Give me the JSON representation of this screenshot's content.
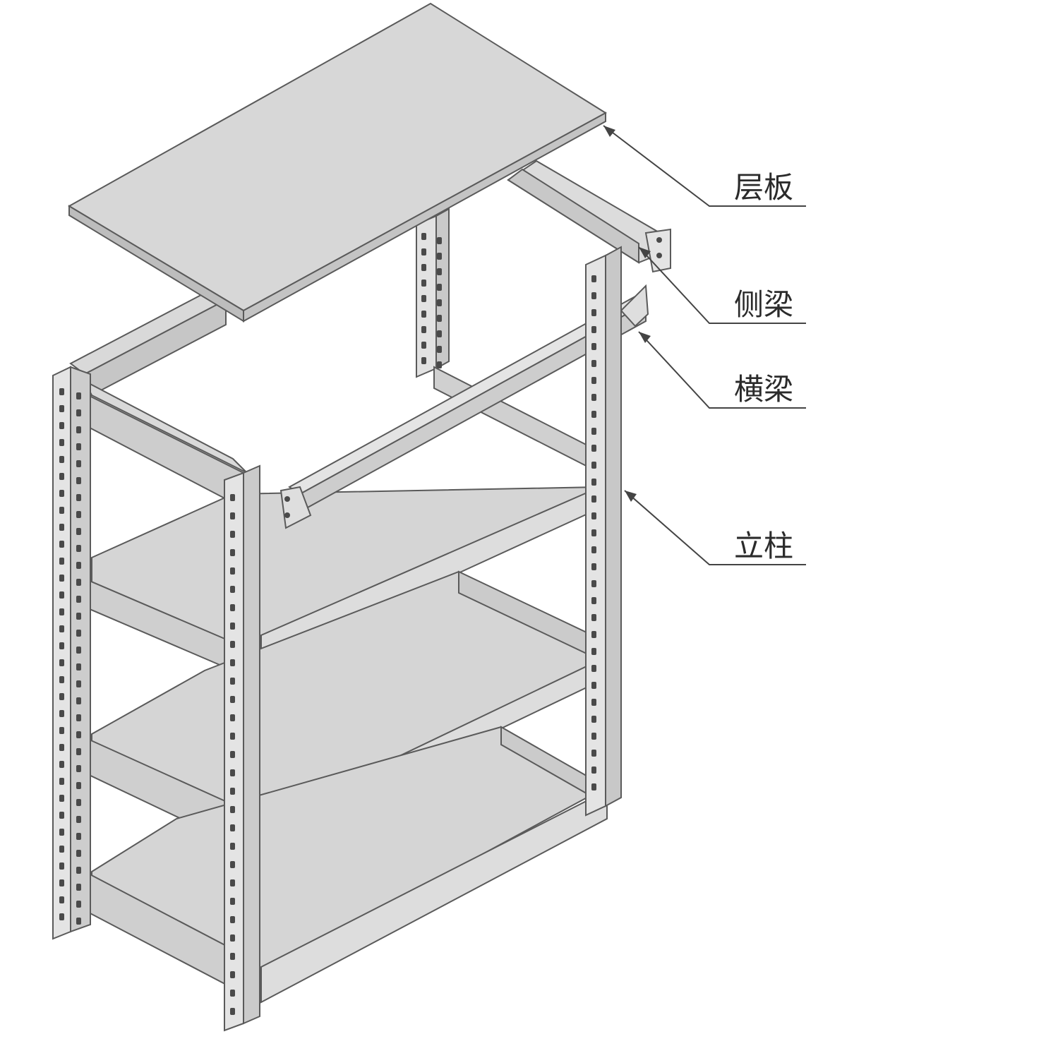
{
  "labels": {
    "shelf_panel": "层板",
    "side_beam": "侧梁",
    "cross_beam": "横梁",
    "upright": "立柱"
  },
  "colors": {
    "panel_fill": "#d7d7d7",
    "panel_edge": "#b9b9b9",
    "steel_fill": "#dcdcdc",
    "steel_shadow": "#c4c4c4",
    "outline": "#5a5a5a",
    "hole": "#4a4a4a",
    "leader": "#444444"
  }
}
